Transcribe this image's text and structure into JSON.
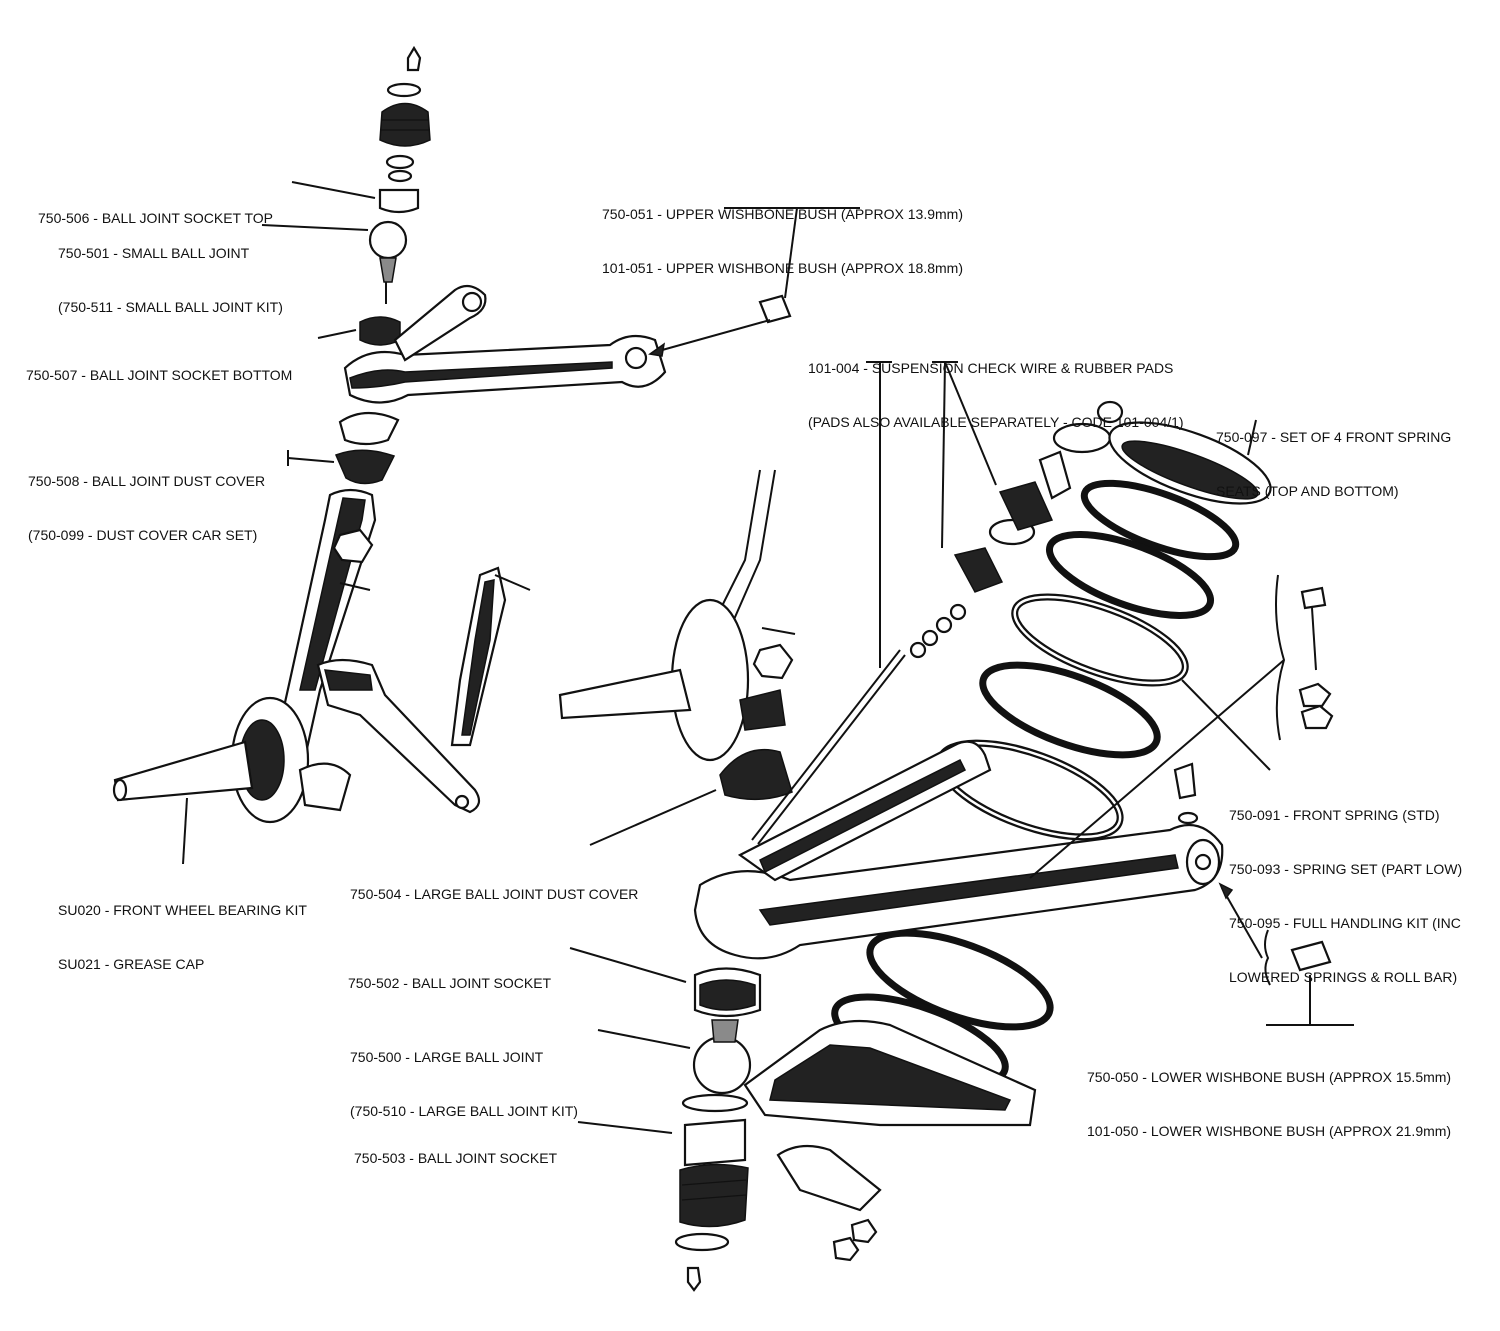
{
  "labels": {
    "ball_joint_socket_top": [
      "750-506 - BALL JOINT SOCKET TOP"
    ],
    "small_ball_joint": [
      "750-501 - SMALL BALL JOINT",
      "(750-511 - SMALL BALL JOINT KIT)"
    ],
    "ball_joint_socket_bottom": [
      "750-507 - BALL JOINT SOCKET BOTTOM"
    ],
    "ball_joint_dust_cover": [
      "750-508 - BALL JOINT DUST COVER",
      "(750-099 - DUST COVER CAR SET)"
    ],
    "front_wheel_bearing": [
      "SU020 - FRONT WHEEL BEARING KIT",
      "SU021 - GREASE CAP"
    ],
    "upper_wishbone_bush": [
      "750-051 - UPPER WISHBONE BUSH (APPROX 13.9mm)",
      "101-051 - UPPER WISHBONE BUSH (APPROX 18.8mm)"
    ],
    "check_wire": [
      "101-004 - SUSPENSION CHECK WIRE & RUBBER PADS",
      "(PADS ALSO AVAILABLE SEPARATELY - CODE 101-004/1)"
    ],
    "spring_seats": [
      "750-097 - SET OF 4 FRONT SPRING",
      "SEATS (TOP AND BOTTOM)"
    ],
    "front_spring": [
      "750-091 - FRONT SPRING (STD)",
      "750-093 - SPRING SET (PART LOW)",
      "750-095 - FULL HANDLING KIT (INC",
      "LOWERED SPRINGS & ROLL BAR)"
    ],
    "large_dust_cover": [
      "750-504 - LARGE BALL JOINT DUST COVER"
    ],
    "ball_joint_socket_upper": [
      "750-502 - BALL JOINT SOCKET"
    ],
    "large_ball_joint": [
      "750-500 - LARGE BALL JOINT",
      "(750-510 - LARGE BALL JOINT KIT)"
    ],
    "ball_joint_socket_lower": [
      "750-503 - BALL JOINT SOCKET"
    ],
    "lower_wishbone_bush": [
      "750-050 - LOWER WISHBONE BUSH (APPROX 15.5mm)",
      "101-050 - LOWER WISHBONE BUSH (APPROX 21.9mm)"
    ]
  }
}
